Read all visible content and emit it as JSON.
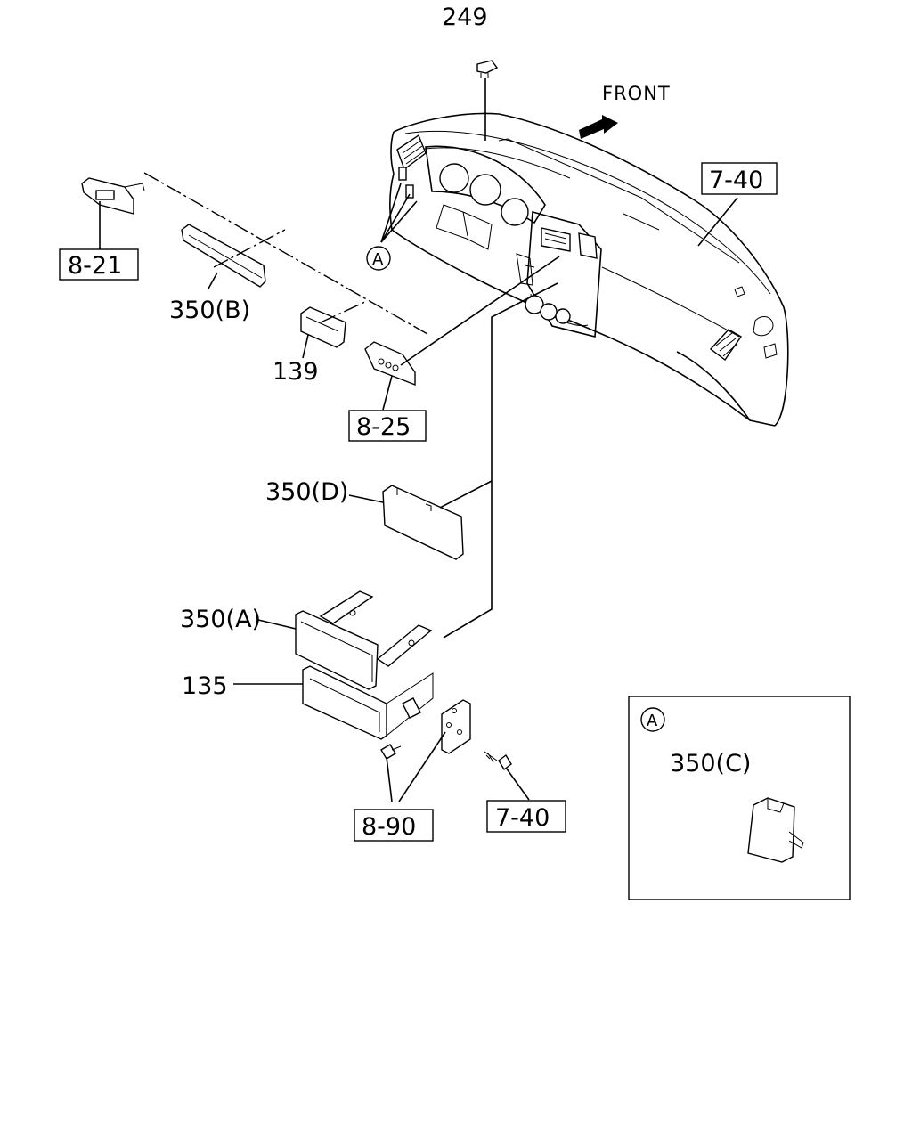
{
  "direction_label": "FRONT",
  "view_marker": "A",
  "callouts": {
    "p249": "249",
    "p7_40_top": "7-40",
    "p8_21": "8-21",
    "p350B": "350(B)",
    "p139": "139",
    "p8_25": "8-25",
    "p350D": "350(D)",
    "p350A": "350(A)",
    "p135": "135",
    "p8_90": "8-90",
    "p7_40_bottom": "7-40"
  },
  "detail_view": {
    "marker": "A",
    "part_label": "350(C)"
  }
}
